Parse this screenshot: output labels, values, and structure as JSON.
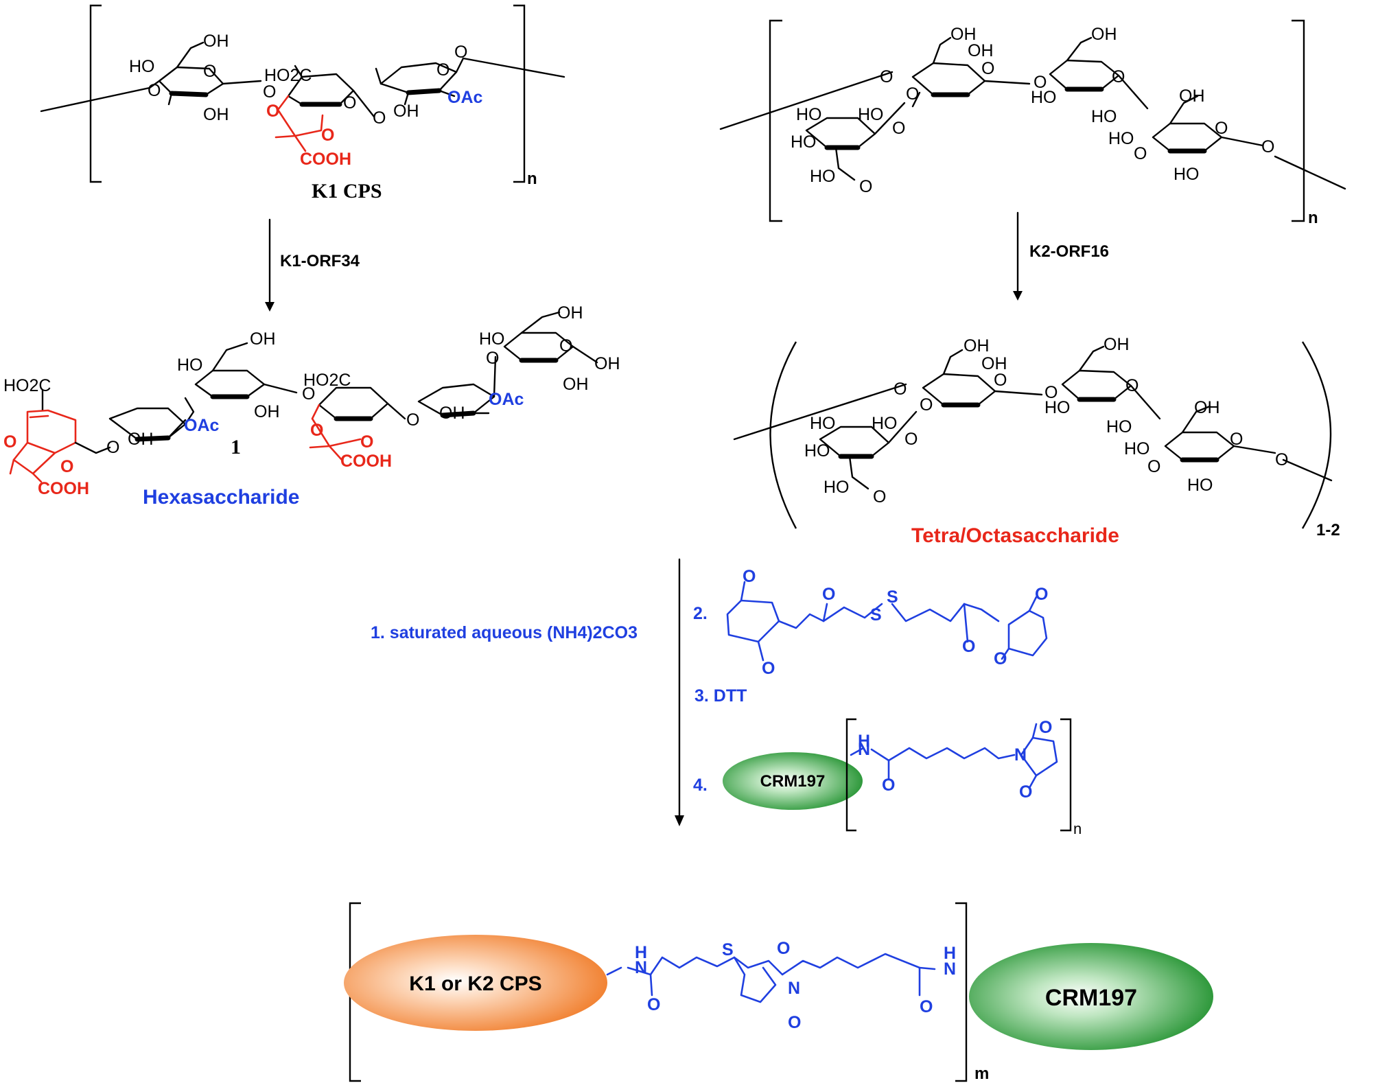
{
  "colors": {
    "red_group": "#e8271a",
    "blue_group": "#1f3fe0",
    "bond": "#000000",
    "orange_ellipse": "#f58a3d",
    "green_ellipse": "#1a9a2a"
  },
  "k1": {
    "title": "K1 CPS",
    "repeat_sub": "n",
    "enzyme": "K1-ORF34",
    "product_number": "1",
    "product_name": "Hexasaccharide",
    "atoms": {
      "oh": "OH",
      "ho": "HO",
      "ho2c": "HO2C",
      "cooh": "COOH",
      "oac": "OAc",
      "o": "O"
    }
  },
  "k2": {
    "repeat_sub": "n",
    "enzyme": "K2-ORF16",
    "product_name": "Tetra/Octasaccharide",
    "product_sub": "1-2"
  },
  "reagents": {
    "step1": "1. saturated aqueous (NH4)2CO3",
    "step2_label": "2.",
    "step3": "3. DTT",
    "step4_label": "4.",
    "crm_small": "CRM197",
    "linker_sub": "n"
  },
  "conjugate": {
    "left_label": "K1 or K2 CPS",
    "right_label": "CRM197",
    "repeat_sub": "m"
  }
}
